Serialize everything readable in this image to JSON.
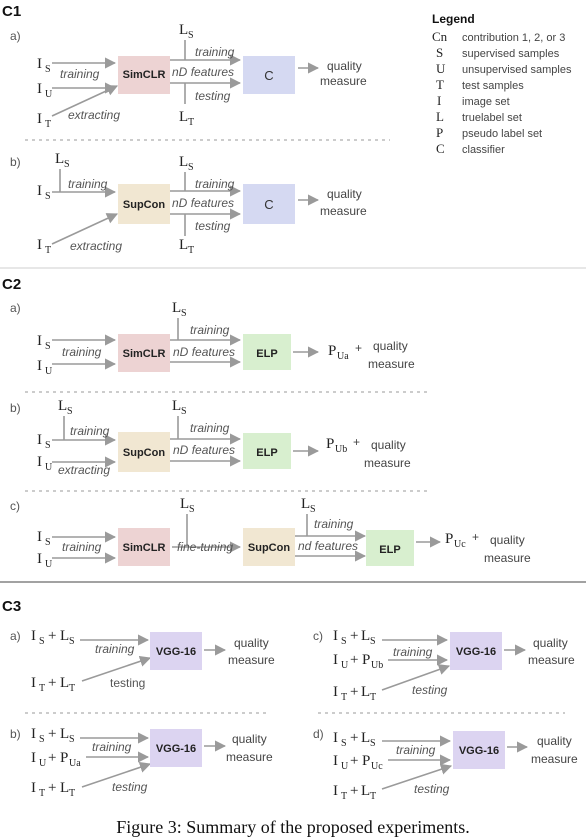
{
  "sections": {
    "c1": "C1",
    "c2": "C2",
    "c3": "C3"
  },
  "subs": {
    "a": "a)",
    "b": "b)",
    "c": "c)",
    "d": "d)"
  },
  "labels": {
    "training": "training",
    "testing": "testing",
    "extracting": "extracting",
    "nd_features": "features",
    "nd_prefix": "nD",
    "nd_lower": "nd features",
    "fine_tuning": "fine-tuning"
  },
  "boxes": {
    "simclr": "SimCLR",
    "supcon": "SupCon",
    "classifier": "C",
    "elp": "ELP",
    "vgg": "VGG-16"
  },
  "vars": {
    "I": "I",
    "L": "L",
    "P": "P",
    "S": "S",
    "U": "U",
    "T": "T",
    "Ua": "Ua",
    "Ub": "Ub",
    "Uc": "Uc",
    "plus": "+"
  },
  "quality": {
    "line1": "quality",
    "line2": "measure"
  },
  "legend": {
    "title": "Legend",
    "items": [
      {
        "sym": "Cn",
        "desc": "contribution 1, 2, or 3"
      },
      {
        "sym": "S",
        "desc": "supervised samples"
      },
      {
        "sym": "U",
        "desc": "unsupervised samples"
      },
      {
        "sym": "T",
        "desc": "test samples"
      },
      {
        "sym": "I",
        "desc": "image set"
      },
      {
        "sym": "L",
        "desc": "truelabel set"
      },
      {
        "sym": "P",
        "desc": "pseudo label set"
      },
      {
        "sym": "C",
        "desc": "classifier"
      }
    ]
  },
  "caption": "Figure 3: Summary of the proposed experiments.",
  "colors": {
    "simclr": "#edd3d3",
    "supcon": "#f1e7d2",
    "classifier": "#d5d9f2",
    "elp": "#d8efcf",
    "vgg": "#dcd4f1",
    "arrow": "#9a9a9a"
  }
}
